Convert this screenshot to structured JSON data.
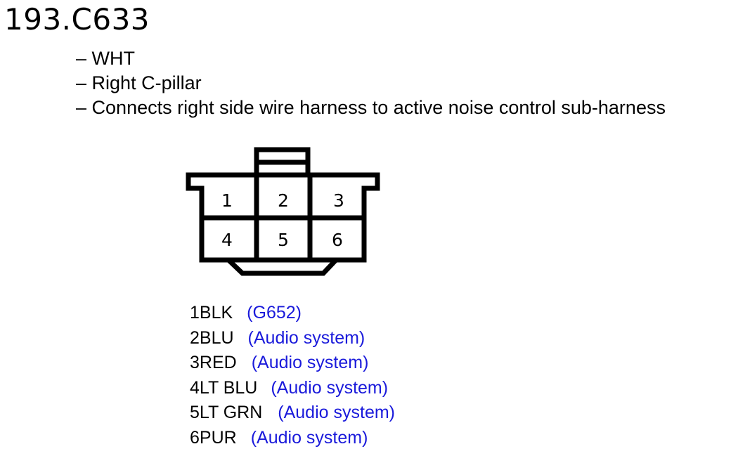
{
  "connector": {
    "id": "193.C633",
    "details": [
      "WHT",
      "Right C-pillar",
      "Connects right side wire harness to active noise control sub-harness"
    ],
    "dash": "–",
    "pins": [
      "1",
      "2",
      "3",
      "4",
      "5",
      "6"
    ]
  },
  "wires": [
    {
      "pin": "1",
      "color": "BLK",
      "circuit": "(G652)"
    },
    {
      "pin": "2",
      "color": "BLU",
      "circuit": "(Audio system)"
    },
    {
      "pin": "3",
      "color": "RED",
      "circuit": "(Audio system)"
    },
    {
      "pin": "4",
      "color": "LT BLU",
      "circuit": "(Audio system)"
    },
    {
      "pin": "5",
      "color": "LT GRN",
      "circuit": "(Audio system)"
    },
    {
      "pin": "6",
      "color": "PUR",
      "circuit": "(Audio system)"
    }
  ],
  "colors": {
    "text": "#000000",
    "circuit_link": "#1a1adb",
    "outline": "#000000",
    "background": "#ffffff"
  }
}
